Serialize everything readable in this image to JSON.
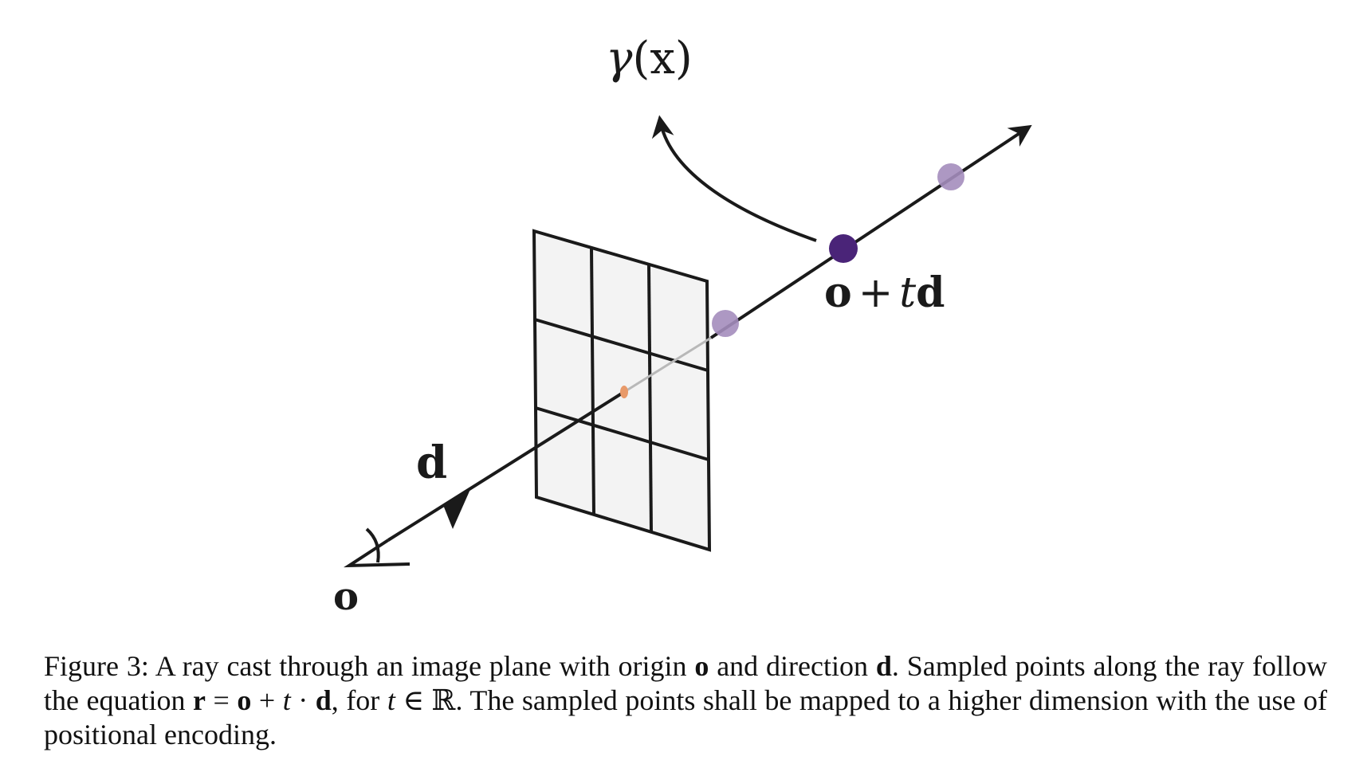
{
  "figure": {
    "labels": {
      "gamma_fn": "γ",
      "gamma_arg": "(x)",
      "point_o": "o",
      "point_plus": "+",
      "point_t": "t",
      "point_d": "d",
      "direction": "d",
      "origin": "o"
    },
    "colors": {
      "line": "#1a1a1a",
      "sample_light": "#a48dbd",
      "sample_dark": "#4a2478",
      "pixel_hit": "#e89a6a",
      "plane_fill": "#f3f3f3"
    }
  },
  "caption": {
    "figure_num": "Figure 3:",
    "t1": " A ray cast through an image plane with origin ",
    "o1": "o",
    "t2": " and direction ",
    "d1": "d",
    "t3": ". Sampled points along the ray follow the equation ",
    "r": "r",
    "t4": " = ",
    "o2": "o",
    "t5": " + ",
    "t_var": "t",
    "t6": " · ",
    "d2": "d",
    "t7": ", for ",
    "t_var2": "t",
    "t8": " ∈ ℝ. The sampled points shall be mapped to a higher dimension with the use of positional encoding."
  }
}
